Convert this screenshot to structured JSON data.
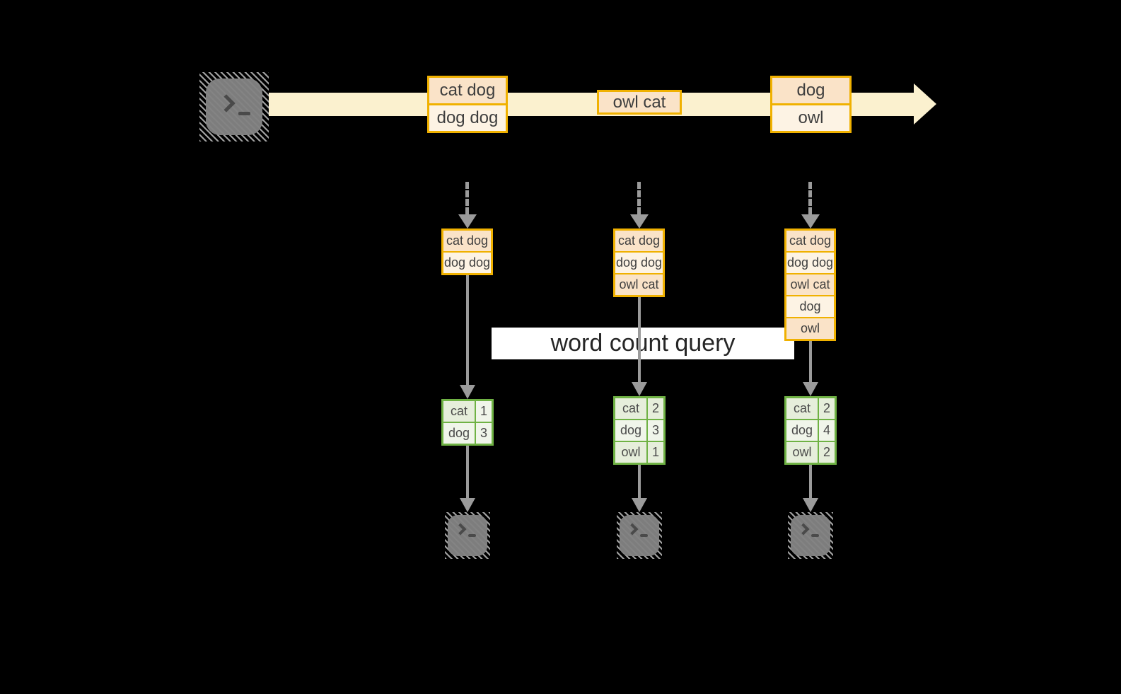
{
  "banner": {
    "label": "word count query"
  },
  "stream": {
    "messages": [
      {
        "lines": [
          "cat dog",
          "dog dog"
        ]
      },
      {
        "lines": [
          "owl cat"
        ]
      },
      {
        "lines": [
          "dog",
          "owl"
        ]
      }
    ]
  },
  "columns": [
    {
      "window_lines": [
        "cat dog",
        "dog dog"
      ],
      "counts": [
        {
          "word": "cat",
          "count": "1"
        },
        {
          "word": "dog",
          "count": "3"
        }
      ]
    },
    {
      "window_lines": [
        "cat dog",
        "dog dog",
        "owl cat"
      ],
      "counts": [
        {
          "word": "cat",
          "count": "2"
        },
        {
          "word": "dog",
          "count": "3"
        },
        {
          "word": "owl",
          "count": "1"
        }
      ]
    },
    {
      "window_lines": [
        "cat dog",
        "dog dog",
        "owl cat",
        "dog",
        "owl"
      ],
      "counts": [
        {
          "word": "cat",
          "count": "2"
        },
        {
          "word": "dog",
          "count": "4"
        },
        {
          "word": "owl",
          "count": "2"
        }
      ]
    }
  ],
  "colors": {
    "background": "#000000",
    "stream_band": "#fbf1cf",
    "box_border_gold": "#f0b100",
    "box_fill_peach": "#fae3c8",
    "box_fill_cream": "#fdf3e4",
    "table_border_green": "#6fb244",
    "table_fill_a": "#e6eedb",
    "table_fill_b": "#f0f5ea",
    "arrow_gray": "#9b9b9b",
    "terminal_gray": "#7d7d7d",
    "banner_bg": "#ffffff",
    "text": "#3e3e3e"
  }
}
